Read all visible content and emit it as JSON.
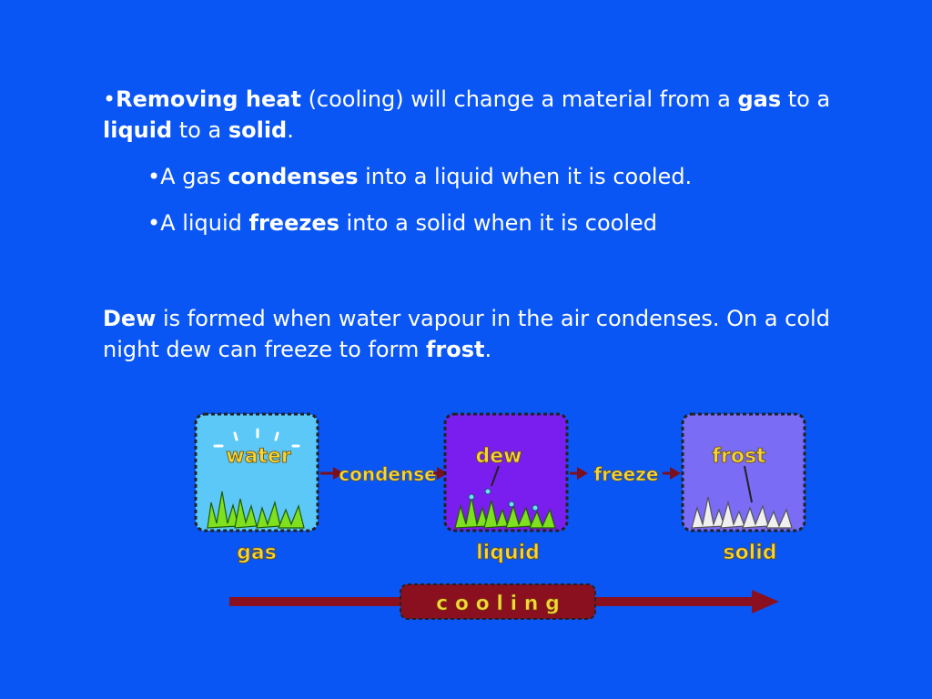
{
  "bullet_main": {
    "bullet": "•",
    "removing_heat": "Removing heat",
    "t1": " (cooling) will change a material from a ",
    "gas": "gas",
    "t2": " to a ",
    "liquid": "liquid",
    "t3": " to a ",
    "solid": "solid",
    "t4": "."
  },
  "sub_bullets": [
    {
      "bullet": "•",
      "pre": "A gas ",
      "bold": "condenses",
      "post": " into a liquid when it is cooled."
    },
    {
      "bullet": "•",
      "pre": "A liquid ",
      "bold": "freezes",
      "post": " into a solid when it is cooled"
    }
  ],
  "dew_paragraph": {
    "dew": "Dew",
    "t1": " is formed when water vapour in the air condenses. On a cold night dew can freeze to form ",
    "frost": "frost",
    "t2": "."
  },
  "diagram": {
    "boxes": [
      {
        "inner_label": "water",
        "state_label": "gas",
        "fill": "#5bc8f8"
      },
      {
        "inner_label": "dew",
        "state_label": "liquid",
        "fill": "#7a1ef0"
      },
      {
        "inner_label": "frost",
        "state_label": "solid",
        "fill": "#7a6cf5"
      }
    ],
    "arrows": [
      "condense",
      "freeze"
    ],
    "cooling_label": "c o o l i n g",
    "colors": {
      "label_yellow": "#f5d63a",
      "arrow_red": "#8a1020",
      "arrow_dark": "#7a0f1f",
      "grass_green": "#7fe020",
      "frost_white": "#f0f0f0"
    }
  }
}
